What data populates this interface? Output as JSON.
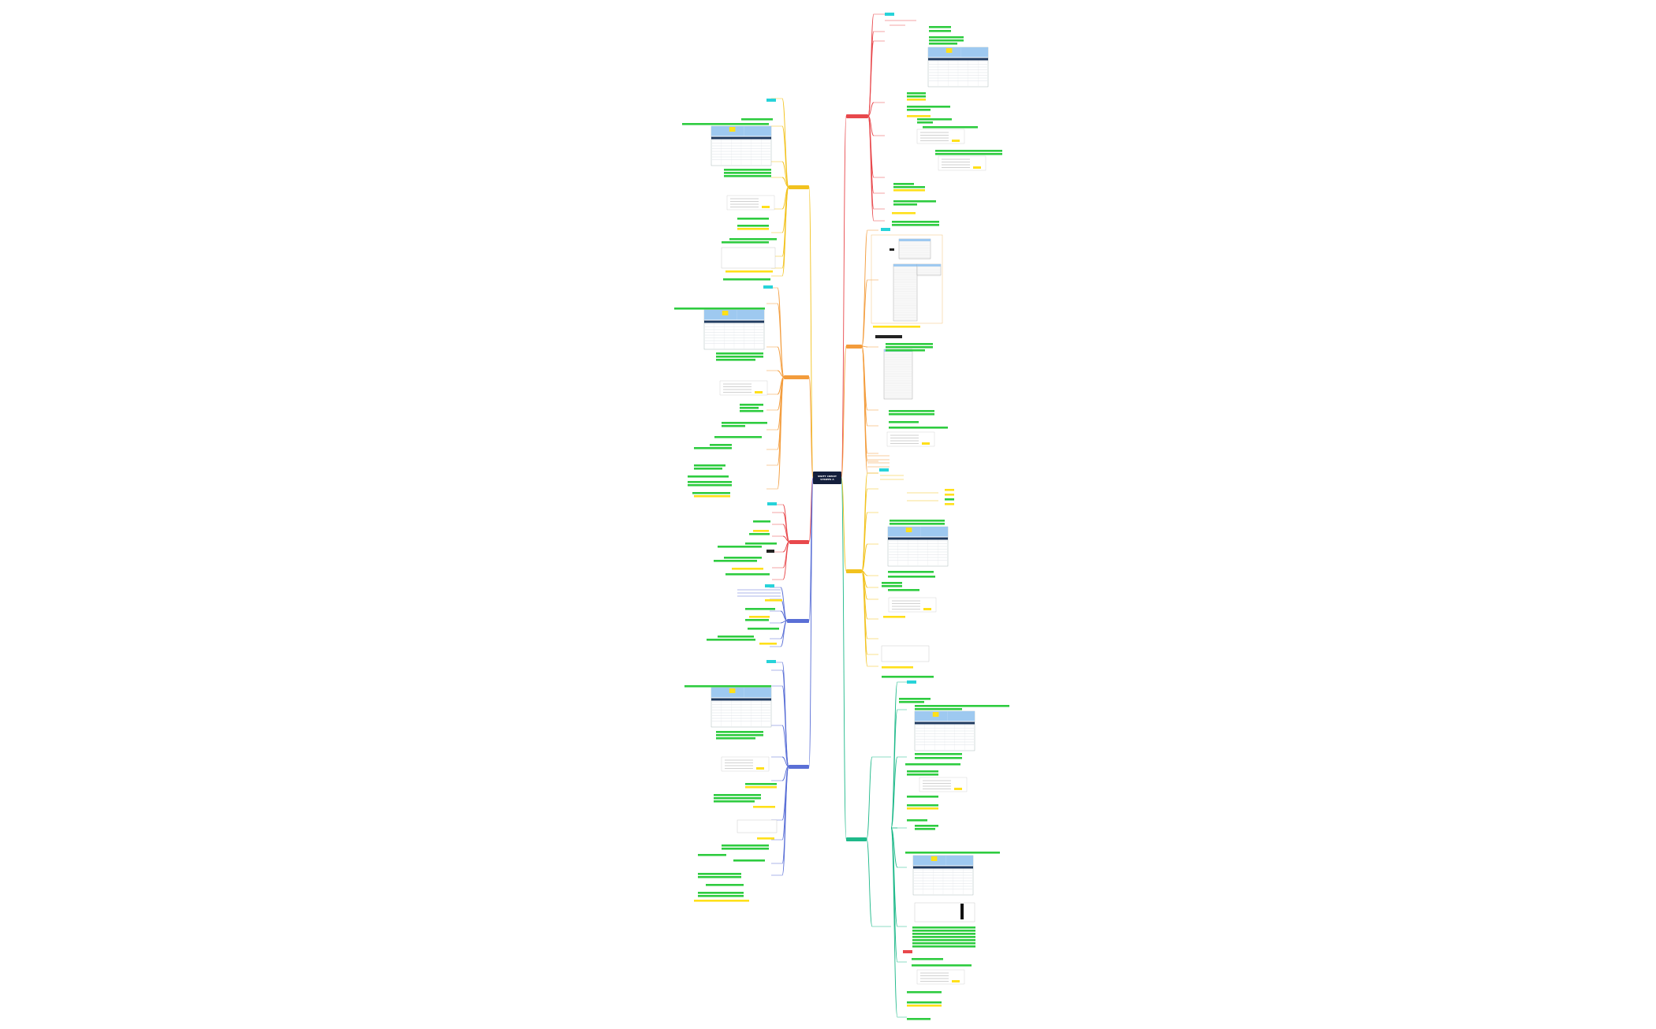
{
  "center": {
    "line1": "SWIFT CREDIT",
    "line2": "STRIPES A"
  },
  "branches": [
    {
      "side": "right",
      "color": "#e8484c",
      "text": ""
    },
    {
      "side": "right",
      "color": "#f39c3c",
      "text": ""
    },
    {
      "side": "right",
      "color": "#f2c21e",
      "text": ""
    },
    {
      "side": "right",
      "color": "#1fb98a",
      "text": ""
    },
    {
      "side": "left",
      "color": "#f2c21e",
      "text": ""
    },
    {
      "side": "left",
      "color": "#f39c3c",
      "text": ""
    },
    {
      "side": "left",
      "color": "#e8484c",
      "text": ""
    },
    {
      "side": "left",
      "color": "#5a6fd6",
      "text": ""
    },
    {
      "side": "left",
      "color": "#5a6fd6",
      "text": ""
    }
  ],
  "colors": {
    "center": "#141f3c",
    "note_green": "#2ecc40",
    "note_yellow": "#ffe01a",
    "tag_cyan": "#27d3d9",
    "table_header": "#1f3a5f",
    "table_light": "#9ec9f0"
  }
}
